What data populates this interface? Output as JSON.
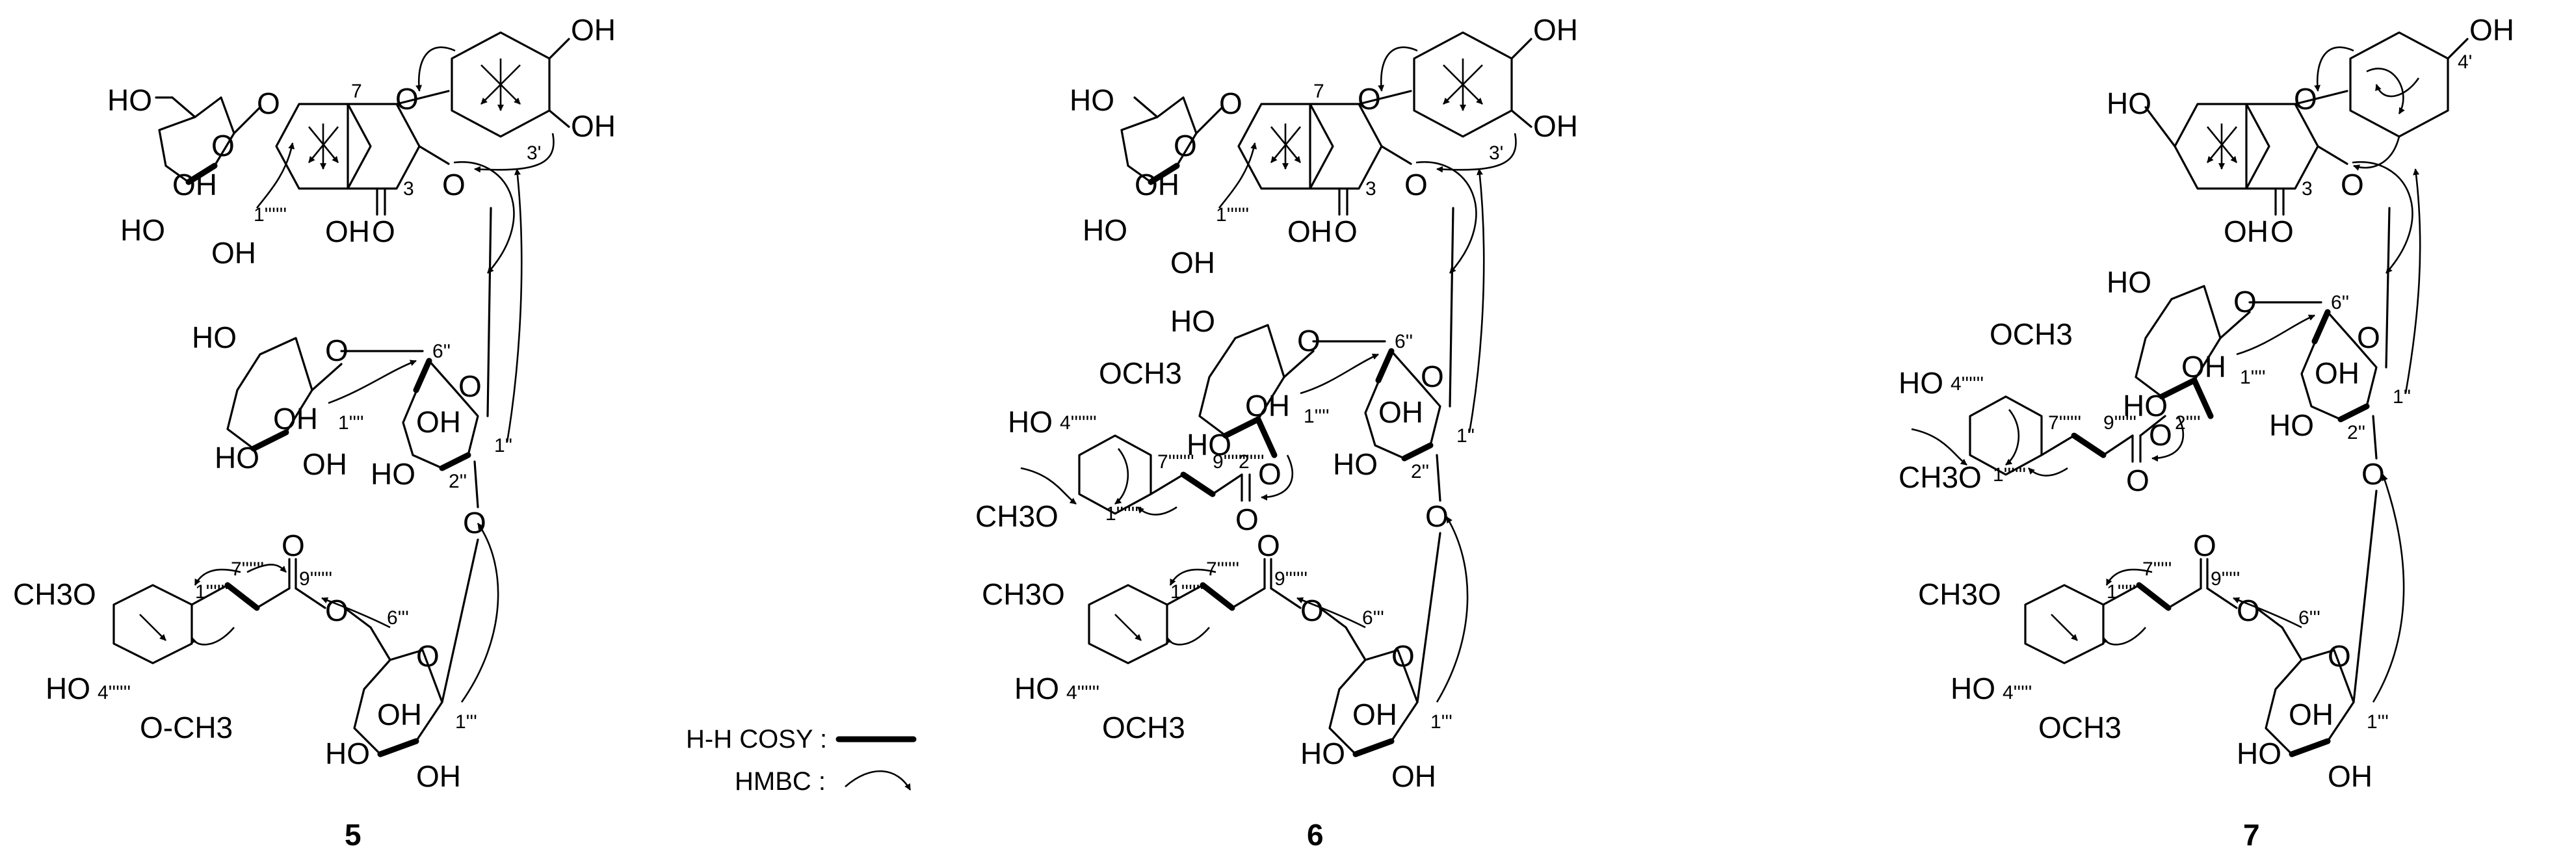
{
  "legend": {
    "cosy_label": "H-H COSY :",
    "hmbc_label": "HMBC :"
  },
  "compounds": [
    {
      "id": "5",
      "labels": {
        "ho_top1": "OH",
        "ho_top2": "OH",
        "oh_5": "OH",
        "carbonyl": "O",
        "o7": "O",
        "o3": "O",
        "ring_o": "O",
        "c7": "7",
        "c3": "3",
        "c3p": "3'",
        "glc7_ho6": "HO",
        "glc7_o": "O",
        "glc7_oh4": "OH",
        "glc7_ho3": "HO",
        "glc7_oh2": "OH",
        "glc7_n1": "1''''''",
        "glc1_ho6": "HO",
        "glc1_o": "O",
        "glc1_oh4": "OH",
        "glc1_ho3": "HO",
        "glc1_oh2": "OH",
        "glc1_n1": "1''''",
        "rha_o": "O",
        "rha_n6": "6''",
        "rha_oh": "OH",
        "rha_ho": "HO",
        "rha_n2": "2''",
        "rha_n1": "1''",
        "rha_o2": "O",
        "ac_o": "O",
        "ac_carbonyl": "O",
        "ac_n9": "9''''''",
        "ac_n7": "7''''''",
        "ac_n1": "1''''''",
        "ac_ch3o": "CH3O",
        "ac_ho": "HO",
        "ac_n4": "4''''''",
        "ac_och3": "O-CH3",
        "glc3_n6": "6'''",
        "glc3_o": "O",
        "glc3_oh4": "OH",
        "glc3_ho3": "HO",
        "glc3_oh2": "OH",
        "glc3_n1": "1'''"
      }
    },
    {
      "id": "6",
      "labels": {
        "ho_top1": "OH",
        "ho_top2": "OH",
        "oh_5": "OH",
        "carbonyl": "O",
        "o7": "O",
        "o3": "O",
        "ring_o": "O",
        "c7": "7",
        "c3": "3",
        "c3p": "3'",
        "glc7_ho6": "HO",
        "glc7_o": "O",
        "glc7_oh4": "OH",
        "glc7_ho3": "HO",
        "glc7_oh2": "OH",
        "glc7_n1": "1''''''",
        "glc1_ho6": "HO",
        "glc1_o": "O",
        "glc1_oh4": "OH",
        "glc1_ho3": "HO",
        "glc1_n1": "1''''",
        "glc1_n2": "2''''",
        "rha_o": "O",
        "rha_n6": "6''",
        "rha_oh": "OH",
        "rha_ho": "HO",
        "rha_n2": "2''",
        "rha_n1": "1''",
        "rha_o2": "O",
        "sin1_och3": "OCH3",
        "sin1_ho": "HO",
        "sin1_n4": "4'''''''",
        "sin1_ch3o": "CH3O",
        "sin1_n1": "1'''''''",
        "sin1_n7": "7'''''''",
        "sin1_n9": "9'''''''",
        "sin1_o": "O",
        "sin1_carbonyl": "O",
        "ac_o": "O",
        "ac_carbonyl": "O",
        "ac_n9": "9''''''",
        "ac_n7": "7''''''",
        "ac_n1": "1''''''",
        "ac_ch3o": "CH3O",
        "ac_ho": "HO",
        "ac_n4": "4''''''",
        "ac_och3": "OCH3",
        "glc3_n6": "6'''",
        "glc3_o": "O",
        "glc3_oh4": "OH",
        "glc3_ho3": "HO",
        "glc3_oh2": "OH",
        "glc3_n1": "1'''"
      }
    },
    {
      "id": "7",
      "labels": {
        "ho_top": "OH",
        "c4p": "4'",
        "ho7": "HO",
        "oh_5": "OH",
        "carbonyl": "O",
        "o3": "O",
        "ring_o": "O",
        "c3": "3",
        "glc1_ho6": "HO",
        "glc1_o": "O",
        "glc1_oh4": "OH",
        "glc1_ho3": "HO",
        "glc1_n1": "1''''",
        "glc1_n2": "2''''",
        "rha_n6": "6''",
        "rha_o": "O",
        "rha_oh": "OH",
        "rha_ho": "HO",
        "rha_n2": "2''",
        "rha_n1": "1''",
        "rha_o2": "O",
        "sin1_och3": "OCH3",
        "sin1_ho": "HO",
        "sin1_n4": "4''''''",
        "sin1_ch3o": "CH3O",
        "sin1_n1": "1''''''",
        "sin1_n7": "7''''''",
        "sin1_n9": "9''''''",
        "sin1_o": "O",
        "sin1_carbonyl": "O",
        "ac_o": "O",
        "ac_carbonyl": "O",
        "ac_n9": "9'''''",
        "ac_n7": "7'''''",
        "ac_n1": "1'''''",
        "ac_ch3o": "CH3O",
        "ac_ho": "HO",
        "ac_n4": "4'''''",
        "ac_och3": "OCH3",
        "glc3_n6": "6'''",
        "glc3_o": "O",
        "glc3_oh4": "OH",
        "glc3_ho3": "HO",
        "glc3_oh2": "OH",
        "glc3_n1": "1'''"
      }
    }
  ]
}
